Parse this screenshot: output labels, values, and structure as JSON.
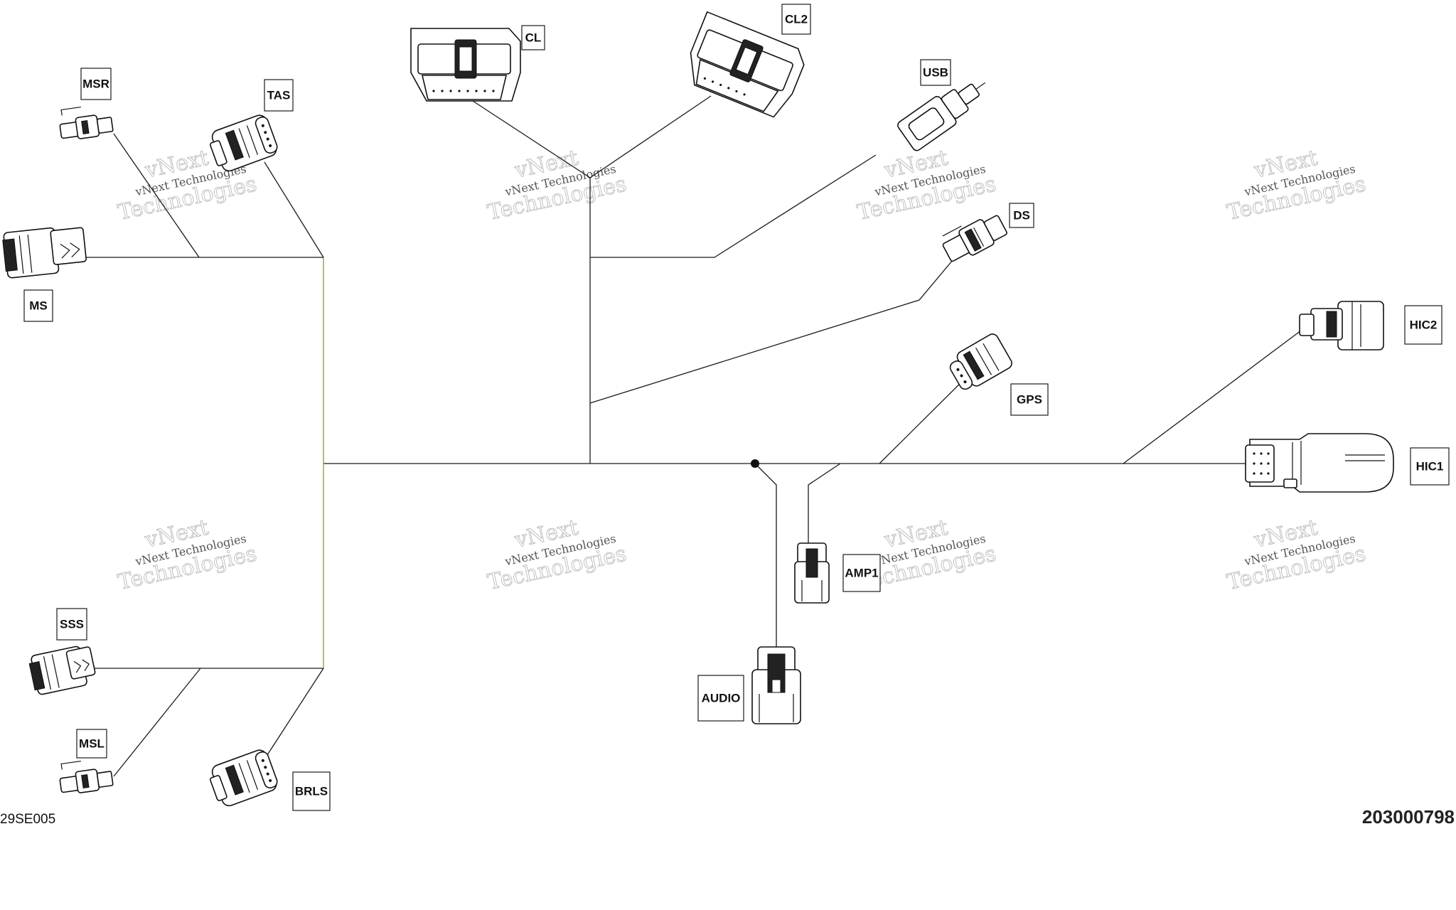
{
  "connectors": {
    "msr": "MSR",
    "tas": "TAS",
    "ms": "MS",
    "cl": "CL",
    "cl2": "CL2",
    "usb": "USB",
    "ds": "DS",
    "gps": "GPS",
    "hic2": "HIC2",
    "hic1": "HIC1",
    "amp1": "AMP1",
    "audio": "AUDIO",
    "sss": "SSS",
    "msl": "MSL",
    "brls": "BRLS"
  },
  "watermark": {
    "line1": "vNext",
    "line2": "vNext Technologies",
    "line3": "Technologies"
  },
  "footer": {
    "left_code": "29SE005",
    "right_code": "203000798"
  }
}
